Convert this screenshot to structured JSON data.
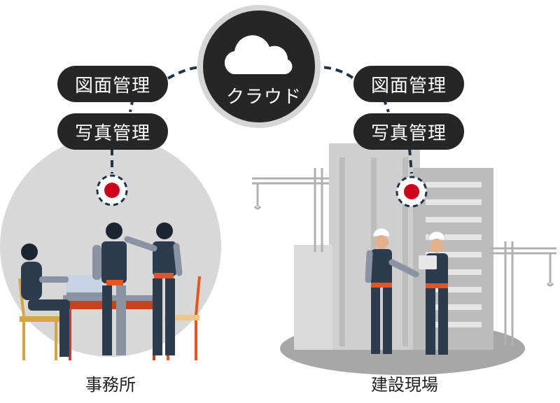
{
  "cloud": {
    "label": "クラウド",
    "icon": "cloud-icon"
  },
  "office": {
    "tags": [
      "図面管理",
      "写真管理"
    ],
    "caption": "事務所"
  },
  "site": {
    "tags": [
      "図面管理",
      "写真管理"
    ],
    "caption": "建設現場"
  },
  "colors": {
    "pill": "#262626",
    "connector": "#1f3349",
    "marker": "#d0021b",
    "workwear": "#2d3b4e",
    "accent": "#e8541e",
    "building": "#c9c9c9"
  }
}
